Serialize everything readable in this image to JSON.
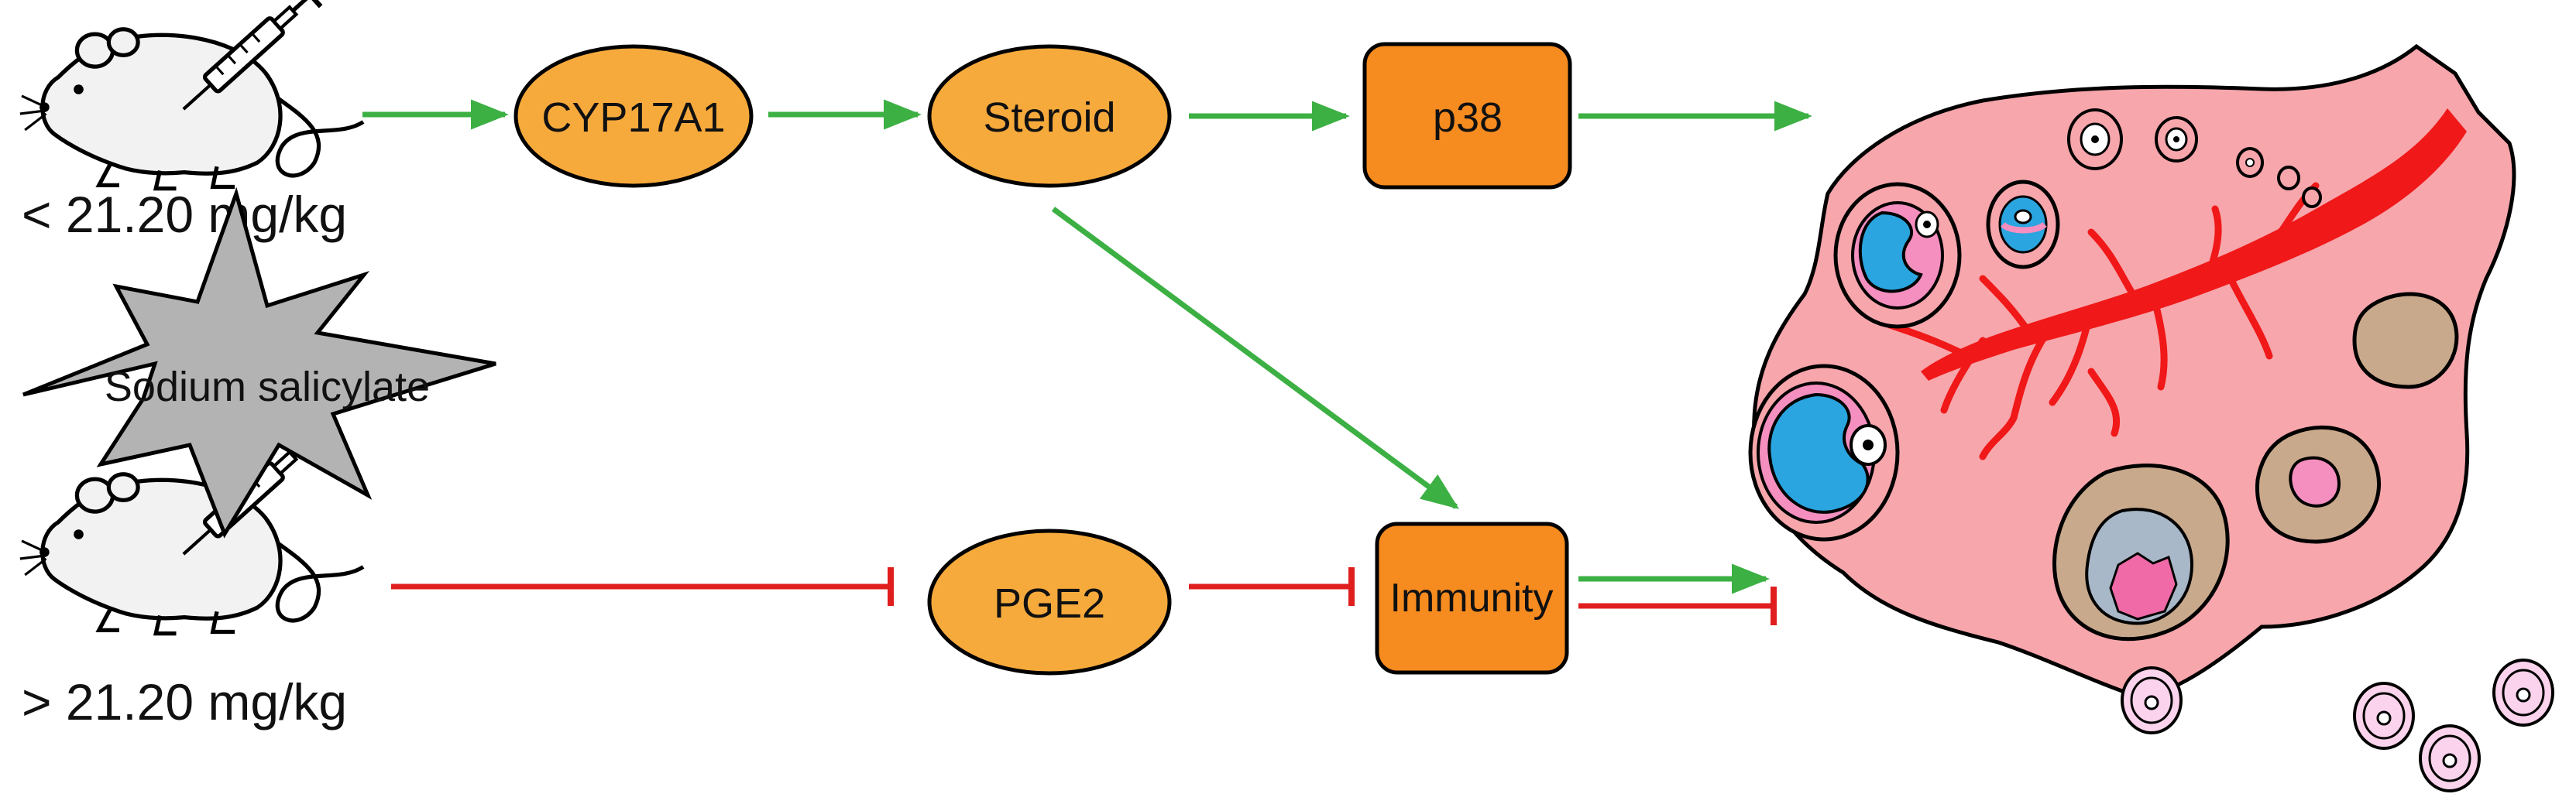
{
  "doses": {
    "low": "< 21.20 mg/kg",
    "high": "> 21.20 mg/kg"
  },
  "compound": {
    "label": "Sodium salicylate",
    "icon": "starburst-icon"
  },
  "nodes": {
    "cyp17a1": "CYP17A1",
    "steroid": "Steroid",
    "p38": "p38",
    "pge2": "PGE2",
    "immunity": "Immunity"
  },
  "colors": {
    "activation": "#3cb043",
    "inhibition": "#e01e1e",
    "ellipse_fill": "#f7aa3c",
    "box_fill": "#f68b1f",
    "ovary_fill": "#f7a6ac",
    "follicle_blue": "#2aa5e0",
    "vessel": "#f01818",
    "corpus": "#c9a98c",
    "oocyte": "#fbd3ec"
  },
  "edges": [
    {
      "from": "mouse-low",
      "to": "cyp17a1",
      "type": "activation"
    },
    {
      "from": "cyp17a1",
      "to": "steroid",
      "type": "activation"
    },
    {
      "from": "steroid",
      "to": "p38",
      "type": "activation"
    },
    {
      "from": "p38",
      "to": "ovary",
      "type": "activation"
    },
    {
      "from": "steroid",
      "to": "immunity",
      "type": "activation"
    },
    {
      "from": "mouse-high",
      "to": "pge2",
      "type": "inhibition"
    },
    {
      "from": "pge2",
      "to": "immunity",
      "type": "inhibition"
    },
    {
      "from": "immunity",
      "to": "ovary",
      "type": "activation"
    },
    {
      "from": "immunity",
      "to": "ovary",
      "type": "inhibition"
    }
  ]
}
